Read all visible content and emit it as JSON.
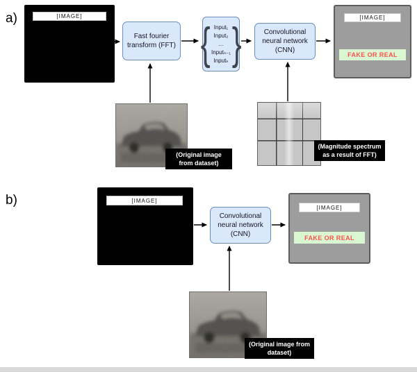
{
  "labels": {
    "section_a": "a)",
    "section_b": "b)"
  },
  "pipeline_a": {
    "input_image_label": "[IMAGE]",
    "fft_box": "Fast fourier transform (FFT)",
    "inputs": [
      "Input₁",
      "Input₂",
      "...",
      "Inputₙ₋₁",
      "Inputₙ"
    ],
    "cnn_box": "Convolutional neural network (CNN)",
    "output_image_label": "[IMAGE]",
    "output_result": "FAKE OR REAL",
    "original_image_caption": "(Original image from dataset)",
    "spectrum_caption": "(Magnitude spectrum as a result of FFT)"
  },
  "pipeline_b": {
    "input_image_label": "[IMAGE]",
    "cnn_box": "Convolutional neural network (CNN)",
    "output_image_label": "[IMAGE]",
    "output_result": "FAKE OR REAL",
    "original_image_caption": "(Original image from dataset)"
  },
  "colors": {
    "flow_box_fill": "#dae8fc",
    "flow_box_border": "#6c8ebf",
    "result_box_fill": "#9d9d9d",
    "fake_real_text": "#ff4f4f",
    "fake_real_bg": "#d9f8d2",
    "caption_bg": "#000000",
    "caption_text": "#ffffff"
  }
}
